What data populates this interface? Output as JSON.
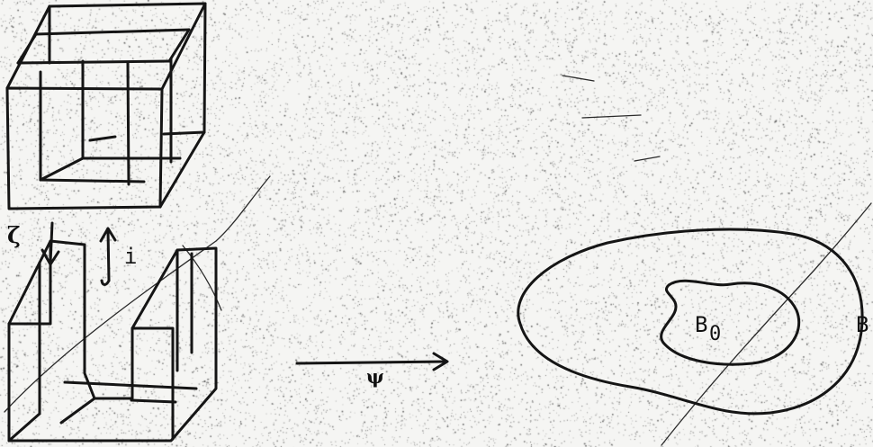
{
  "labels": {
    "zeta": "ζ",
    "i": "i",
    "psi": "ψ",
    "b0_base": "B",
    "b0_sub": "0",
    "b": "B"
  },
  "colors": {
    "paper": "#f5f5f3",
    "ink": "#151515",
    "speckle": "#3a3a3a"
  }
}
